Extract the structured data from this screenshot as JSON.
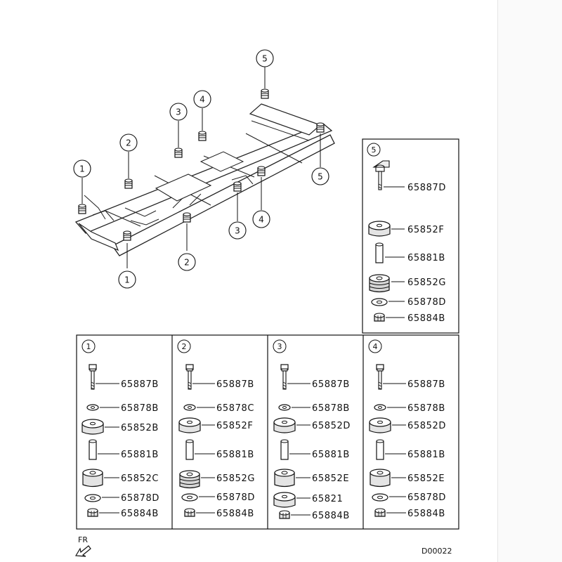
{
  "callouts": [
    "1",
    "2",
    "3",
    "4",
    "5"
  ],
  "panels": {
    "p1": {
      "number": "1",
      "parts": [
        "65887B",
        "65878B",
        "65852B",
        "65881B",
        "65852C",
        "65878D",
        "65884B"
      ]
    },
    "p2": {
      "number": "2",
      "parts": [
        "65887B",
        "65878C",
        "65852F",
        "65881B",
        "65852G",
        "65878D",
        "65884B"
      ]
    },
    "p3": {
      "number": "3",
      "parts": [
        "65887B",
        "65878B",
        "65852D",
        "65881B",
        "65852E",
        "65821",
        "65884B"
      ]
    },
    "p4": {
      "number": "4",
      "parts": [
        "65887B",
        "65878B",
        "65852D",
        "65881B",
        "65852E",
        "65878D",
        "65884B"
      ]
    },
    "p5": {
      "number": "5",
      "parts": [
        "65887D",
        "65852F",
        "65881B",
        "65852G",
        "65878D",
        "65884B"
      ]
    }
  },
  "direction_label": "FR",
  "drawing_code": "D00022"
}
